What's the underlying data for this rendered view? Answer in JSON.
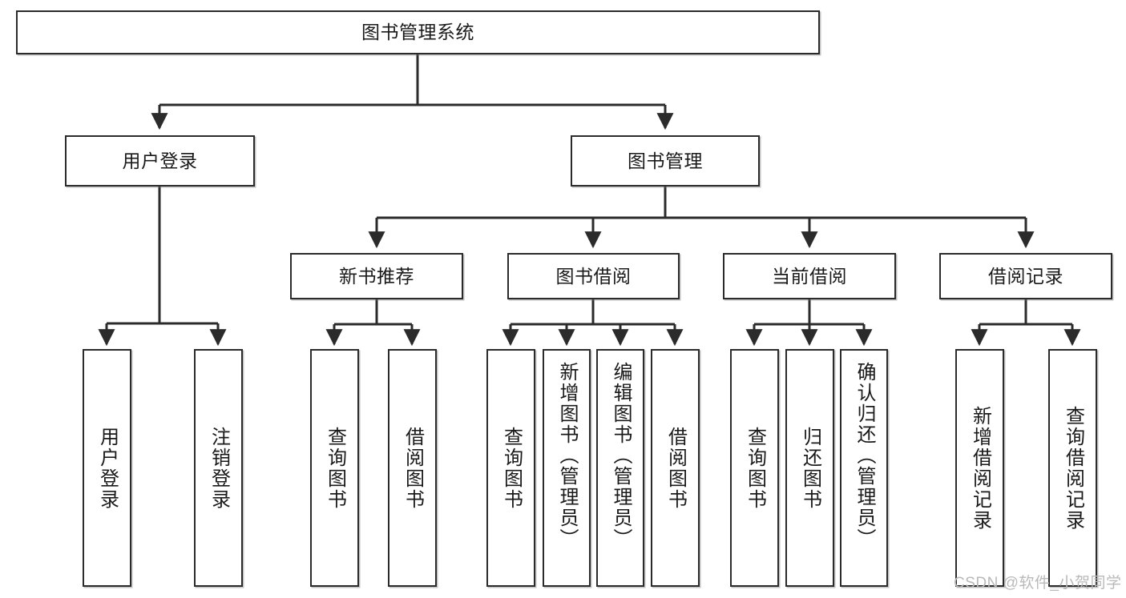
{
  "diagram": {
    "type": "hierarchy-tree",
    "title": "图书管理系统",
    "watermark": "CSDN @软件_小贺同学",
    "root": {
      "id": "root",
      "label": "图书管理系统"
    },
    "level2": [
      {
        "id": "user-login",
        "label": "用户登录"
      },
      {
        "id": "book-management",
        "label": "图书管理"
      }
    ],
    "level3": [
      {
        "id": "new-book-recommend",
        "label": "新书推荐",
        "parent": "book-management"
      },
      {
        "id": "book-borrow",
        "label": "图书借阅",
        "parent": "book-management"
      },
      {
        "id": "current-borrow",
        "label": "当前借阅",
        "parent": "book-management"
      },
      {
        "id": "borrow-record",
        "label": "借阅记录",
        "parent": "book-management"
      }
    ],
    "leaves": [
      {
        "id": "leaf-user-login",
        "label": "用户登录",
        "parent": "user-login"
      },
      {
        "id": "leaf-user-logout",
        "label": "注销登录",
        "parent": "user-login"
      },
      {
        "id": "leaf-query-book-1",
        "label": "查询图书",
        "parent": "new-book-recommend"
      },
      {
        "id": "leaf-borrow-book-1",
        "label": "借阅图书",
        "parent": "new-book-recommend"
      },
      {
        "id": "leaf-query-book-2",
        "label": "查询图书",
        "parent": "book-borrow"
      },
      {
        "id": "leaf-add-book",
        "label": "新增图书（管理员）",
        "parent": "book-borrow"
      },
      {
        "id": "leaf-edit-book",
        "label": "编辑图书（管理员）",
        "parent": "book-borrow"
      },
      {
        "id": "leaf-borrow-book-2",
        "label": "借阅图书",
        "parent": "book-borrow"
      },
      {
        "id": "leaf-query-book-3",
        "label": "查询图书",
        "parent": "current-borrow"
      },
      {
        "id": "leaf-return-book",
        "label": "归还图书",
        "parent": "current-borrow"
      },
      {
        "id": "leaf-confirm-return",
        "label": "确认归还（管理员）",
        "parent": "current-borrow"
      },
      {
        "id": "leaf-add-record",
        "label": "新增借阅记录",
        "parent": "borrow-record"
      },
      {
        "id": "leaf-query-record",
        "label": "查询借阅记录",
        "parent": "borrow-record"
      }
    ],
    "colors": {
      "stroke": "#2b2b2b",
      "fill": "#ffffff",
      "text": "#1a1a1a",
      "watermark": "#b9b9b9"
    }
  }
}
